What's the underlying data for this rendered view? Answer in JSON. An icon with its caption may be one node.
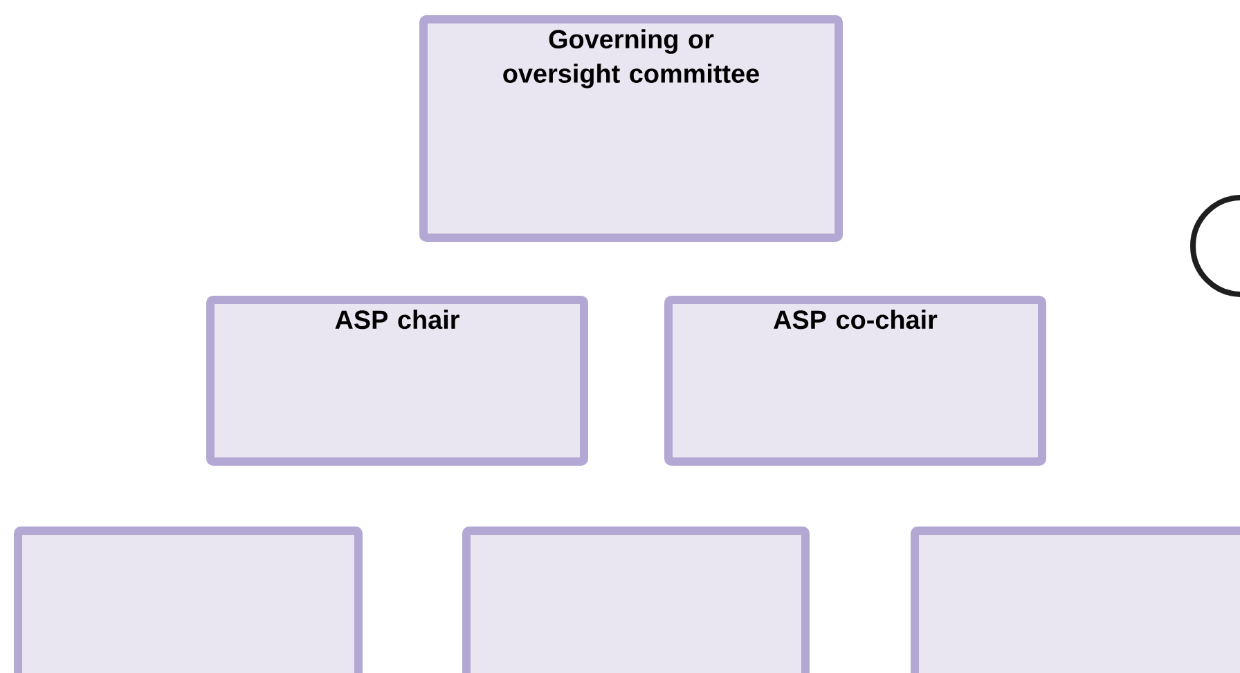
{
  "diagram": {
    "nodes": [
      {
        "text": [
          "Governing or oversight committee"
        ]
      },
      {
        "text": [
          "ASP chair"
        ]
      },
      {
        "text": [
          "ASP co-chair"
        ]
      },
      {
        "text": [],
        "shape": "box"
      },
      {
        "text": [],
        "shape": "box"
      },
      {
        "text": [],
        "shape": "box"
      }
    ]
  }
}
